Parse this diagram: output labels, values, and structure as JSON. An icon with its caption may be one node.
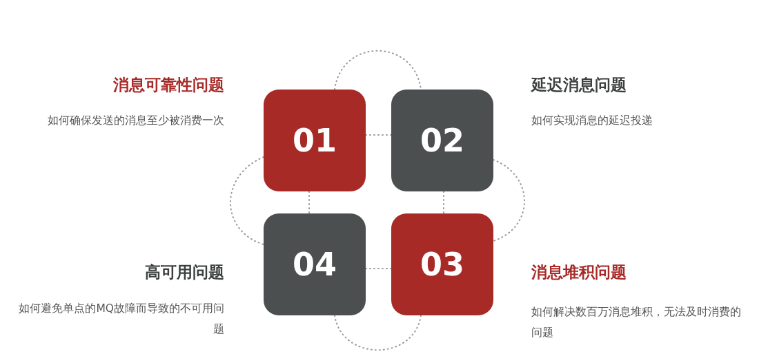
{
  "diagram": {
    "nodes": [
      {
        "text": [
          "01"
        ],
        "beside": [
          "消息可靠性问题",
          "如何确保发送的消息至少被消费一次"
        ]
      },
      {
        "text": [
          "02"
        ],
        "beside": [
          "延迟消息问题",
          "如何实现消息的延迟投递"
        ]
      },
      {
        "text": [
          "04"
        ],
        "beside": [
          "高可用问题",
          "如何避免单点的MQ故障而导致的不可用问题"
        ]
      },
      {
        "text": [
          "03"
        ],
        "beside": [
          "消息堆积问题",
          "如何解决数百万消息堆积，无法及时消费的问题"
        ]
      }
    ],
    "edges": [
      {
        "from": 0,
        "to": 1,
        "arrow": "none",
        "style": "dashed"
      },
      {
        "from": 0,
        "to": 2,
        "arrow": "none",
        "style": "dashed"
      },
      {
        "from": 1,
        "to": 3,
        "arrow": "none",
        "style": "dashed"
      },
      {
        "from": 2,
        "to": 3,
        "arrow": "none",
        "style": "dashed"
      },
      {
        "from": 0,
        "to": 1,
        "arrow": "none",
        "style": "dashed"
      },
      {
        "from": 1,
        "to": 3,
        "arrow": "none",
        "style": "dashed"
      },
      {
        "from": 2,
        "to": 3,
        "arrow": "none",
        "style": "dashed"
      },
      {
        "from": 0,
        "to": 2,
        "arrow": "none",
        "style": "dashed"
      }
    ]
  }
}
